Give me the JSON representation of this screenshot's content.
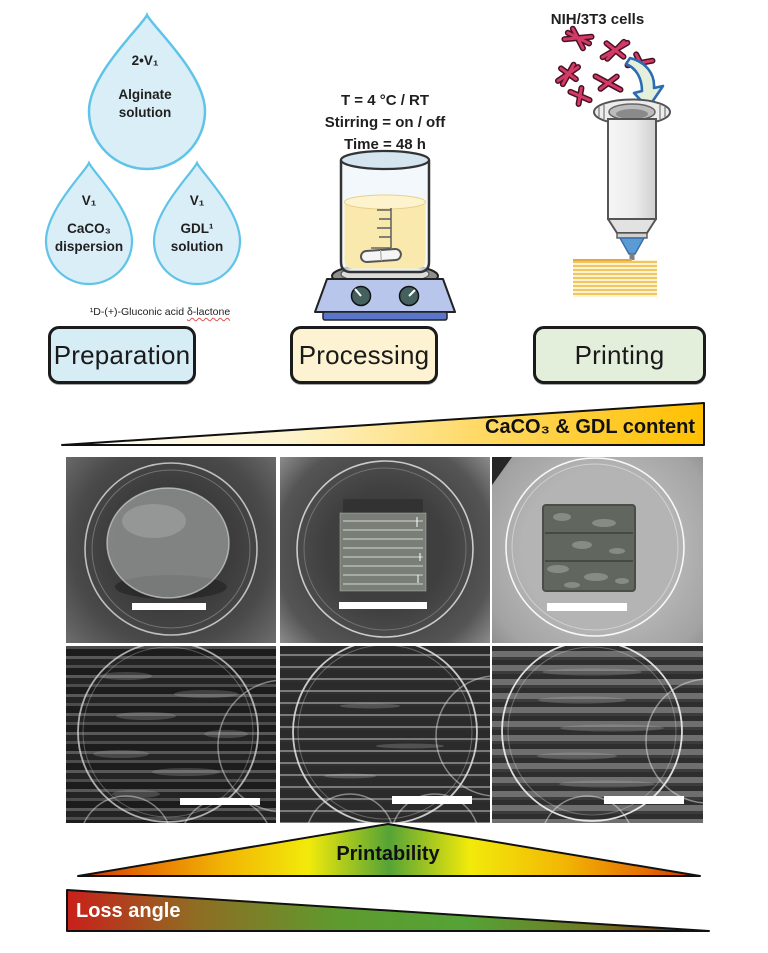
{
  "figure": {
    "preparation": {
      "stage_label": "Preparation",
      "main_drop_volume": "2•V₁",
      "main_drop_name": "Alginate solution",
      "left_drop_volume": "V₁",
      "left_drop_name": "CaCO₃ dispersion",
      "right_drop_volume": "V₁",
      "right_drop_name": "GDL¹ solution",
      "footnote_prefix": "¹D-(+)-Gluconic acid ",
      "footnote_term": "δ-lactone"
    },
    "processing": {
      "stage_label": "Processing",
      "temperature": "T = 4 °C / RT",
      "stirring": "Stirring = on / off",
      "time": "Time = 48 h"
    },
    "printing": {
      "stage_label": "Printing",
      "cells_label": "NIH/3T3 cells"
    },
    "scales": {
      "content_label": "CaCO₃ & GDL content",
      "printability_label": "Printability",
      "loss_angle_label": "Loss angle"
    },
    "colors": {
      "preparation_box_bg": "#d7edf5",
      "processing_box_bg": "#fdf3d2",
      "printing_box_bg": "#e3efdb",
      "drop_fill": "#daeef8",
      "drop_stroke": "#5fc4e7",
      "content_wedge_end": "#ffc000",
      "scale_red": "#cf2e0e",
      "scale_green": "#55a336"
    }
  }
}
